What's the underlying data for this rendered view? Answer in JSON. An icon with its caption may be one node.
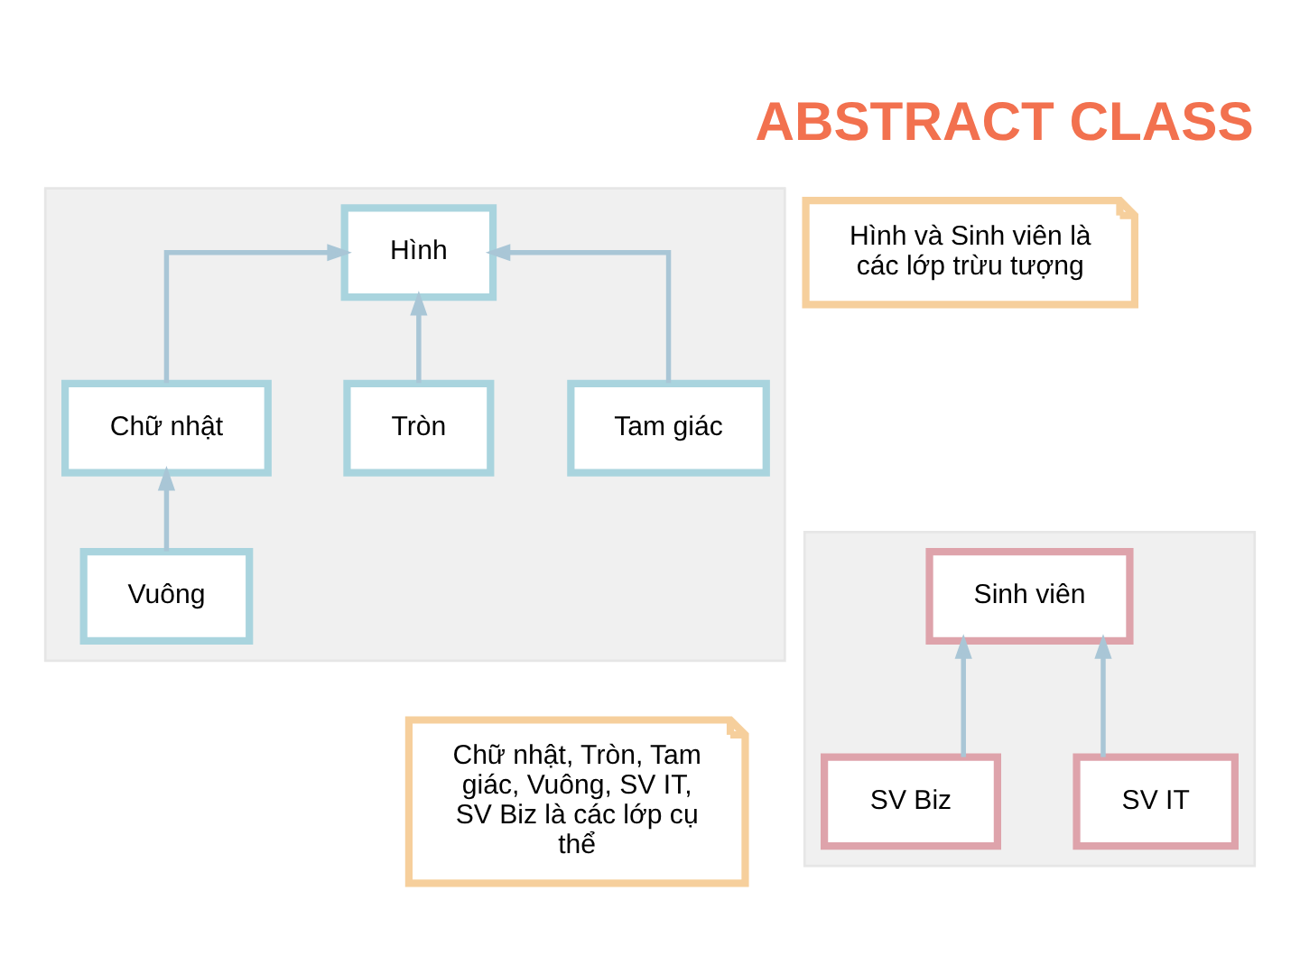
{
  "diagram": {
    "title": "ABSTRACT CLASS",
    "nodes": [
      {
        "text": [],
        "shape": "box"
      },
      {
        "text": [
          "Hình"
        ],
        "in": 0
      },
      {
        "text": [
          "Chữ nhật"
        ],
        "in": 0
      },
      {
        "text": [
          "Tròn"
        ],
        "in": 0
      },
      {
        "text": [
          "Tam giác"
        ],
        "in": 0
      },
      {
        "text": [
          "Vuông"
        ],
        "in": 0
      },
      {
        "text": [
          "Hình và Sinh viên là các lớp trừu tượng"
        ]
      },
      {
        "text": [],
        "shape": "box"
      },
      {
        "text": [
          "Sinh viên"
        ],
        "in": 7
      },
      {
        "text": [
          "SV Biz"
        ],
        "in": 7
      },
      {
        "text": [
          "SV IT"
        ],
        "in": 7
      },
      {
        "text": [
          "Chữ nhật, Tròn, Tam giác, Vuông, SV IT, SV Biz là các lớp cụ thể"
        ]
      }
    ],
    "edges": [
      {
        "from": 2,
        "to": 1,
        "arrow": "to"
      },
      {
        "from": 3,
        "to": 1,
        "arrow": "to"
      },
      {
        "from": 4,
        "to": 1,
        "arrow": "to"
      },
      {
        "from": 5,
        "to": 2,
        "arrow": "to"
      },
      {
        "from": 9,
        "to": 8,
        "arrow": "to"
      },
      {
        "from": 10,
        "to": 8,
        "arrow": "to"
      }
    ]
  }
}
